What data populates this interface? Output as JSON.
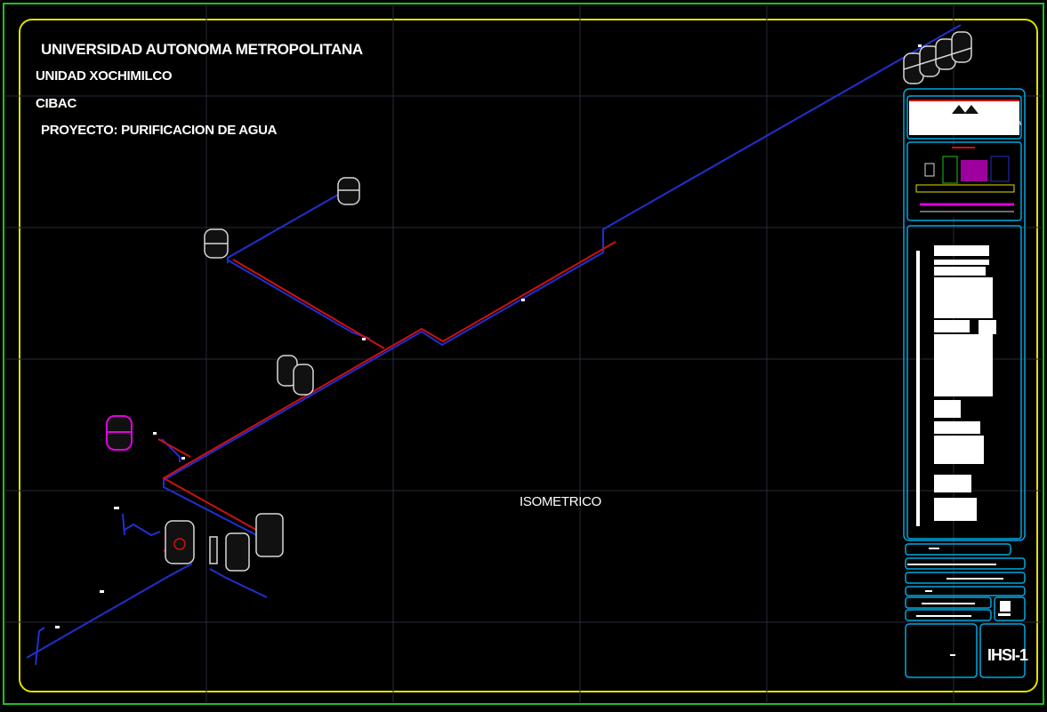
{
  "title": {
    "line1": "UNIVERSIDAD AUTONOMA METROPOLITANA",
    "line2": "UNIDAD XOCHIMILCO",
    "line3": "CIBAC",
    "line4": "PROYECTO: PURIFICACION DE AGUA"
  },
  "view_label": "ISOMETRICO",
  "title_block": {
    "institution": "UNIVERSIDAD AUTONOMA METROPOLITANA",
    "sheet_number": "IHSI-1"
  },
  "colors": {
    "background": "#000000",
    "frame_outer": "#20c020",
    "frame_inner": "#e0e000",
    "grid": "#2a2a3a",
    "water_line": "#2030d0",
    "return_line": "#d01010",
    "title_block": "#00a8e0",
    "equipment": "#d8d8d8",
    "highlight_tank": "#e000e0"
  }
}
